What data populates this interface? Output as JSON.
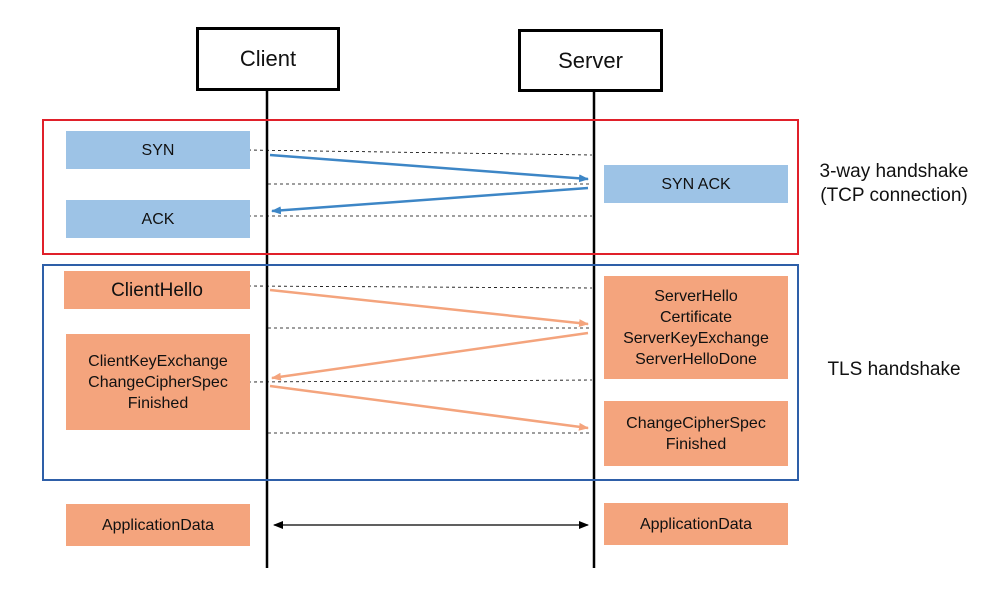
{
  "parties": {
    "client": "Client",
    "server": "Server"
  },
  "sections": {
    "tcp": {
      "label_line1": "3-way handshake",
      "label_line2": "(TCP connection)",
      "border_color": "#e0202a",
      "fill_color": "#9dc3e6",
      "arrow_color": "#3d86c6",
      "messages": {
        "syn": "SYN",
        "syn_ack": "SYN ACK",
        "ack": "ACK"
      }
    },
    "tls": {
      "label": "TLS handshake",
      "border_color": "#2e5fa8",
      "fill_color": "#f4a47d",
      "arrow_color": "#f4a47d",
      "messages": {
        "client_hello": "ClientHello",
        "server_hello": [
          "ServerHello",
          "Certificate",
          "ServerKeyExchange",
          "ServerHelloDone"
        ],
        "client_key_exchange": [
          "ClientKeyExchange",
          "ChangeCipherSpec",
          "Finished"
        ],
        "server_finished": [
          "ChangeCipherSpec",
          "Finished"
        ]
      }
    }
  },
  "application": {
    "client": "ApplicationData",
    "server": "ApplicationData"
  }
}
